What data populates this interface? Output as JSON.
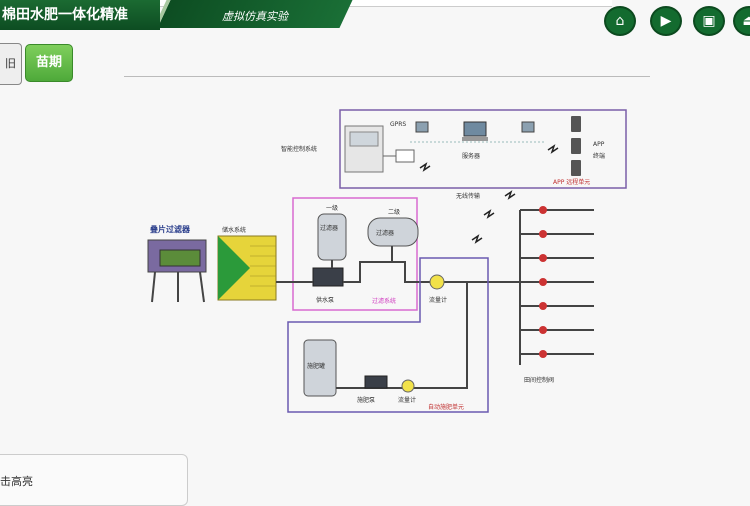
{
  "header": {
    "title": "棉田水肥一体化精准",
    "subtitle": "虚拟仿真实验"
  },
  "nav": [
    {
      "name": "home-icon",
      "glyph": "⌂"
    },
    {
      "name": "video-icon",
      "glyph": "▶"
    },
    {
      "name": "save-icon",
      "glyph": "▣"
    },
    {
      "name": "exit-icon",
      "glyph": "⏏"
    }
  ],
  "stage": {
    "back_label": "旧",
    "current_label": "苗期"
  },
  "diagram": {
    "labels": {
      "gprs": "GPRS",
      "smart_control": "智能控制系统",
      "server": "服务器",
      "app": "APP",
      "terminal": "终端",
      "app_control": "APP 远程单元",
      "wireless": "无线传输",
      "screen_filter": "叠片过滤器",
      "water_storage": "储水系统",
      "first": "一级",
      "second": "二级",
      "sand_filter": "过滤器",
      "filter2": "过滤器",
      "supply_pump": "供水泵",
      "filter_system": "过滤系统",
      "flowmeter": "流量计",
      "fert_tank": "施肥罐",
      "fert_pump": "施肥泵",
      "flowmeter2": "流量计",
      "auto_fert": "自动施肥单元",
      "field_valve": "田间控制阀"
    }
  },
  "footer": {
    "hint": "击高亮"
  }
}
